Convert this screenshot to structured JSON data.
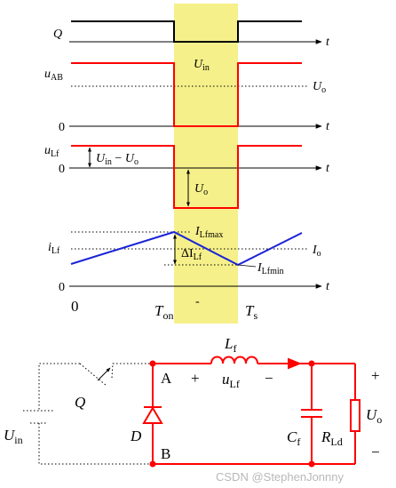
{
  "waveform": {
    "t_axis_label": "t",
    "q_label": "Q",
    "uab_label_main": "u",
    "uab_label_sub": "AB",
    "uin_label_main": "U",
    "uin_label_sub": "in",
    "uo_label_main": "U",
    "uo_label_sub": "o",
    "zero_label": "0",
    "ulf_label_main": "u",
    "ulf_label_sub": "Lf",
    "uin_minus_uo_a": "U",
    "uin_minus_uo_a_sub": "in",
    "uin_minus_uo_minus": " − ",
    "uin_minus_uo_b": "U",
    "uin_minus_uo_b_sub": "o",
    "uo_step_main": "U",
    "uo_step_sub": "o",
    "ilf_label_main": "i",
    "ilf_label_sub": "Lf",
    "ilfmax_main": "I",
    "ilfmax_sub": "Lfmax",
    "ilfmin_main": "I",
    "ilfmin_sub": "Lfmin",
    "io_main": "I",
    "io_sub": "o",
    "delta_main": "ΔI",
    "delta_sub": "Lf",
    "bottom_zero": "0",
    "ton_main": "T",
    "ton_sub": "on",
    "ts_main": "T",
    "ts_sub": "s",
    "dash": "-"
  },
  "circuit": {
    "lf_main": "L",
    "lf_sub": "f",
    "node_a": "A",
    "node_b": "B",
    "plus_left": "+",
    "ulf_main": "u",
    "ulf_sub": "Lf",
    "minus": "−",
    "switch_label": "Q",
    "diode_label": "D",
    "uin_main": "U",
    "uin_sub": "in",
    "cf_main": "C",
    "cf_sub": "f",
    "rld_main": "R",
    "rld_sub": "Ld",
    "uo_main": "U",
    "uo_sub": "o",
    "plus_right": "+",
    "minus_right": "−"
  },
  "watermark": "CSDN @StephenJonnny",
  "colors": {
    "highlight": "#f5f08a",
    "waveform_red": "#ff0000",
    "current_blue": "#1a24d6",
    "circuit_red": "#ff0000",
    "axis": "#000000"
  }
}
